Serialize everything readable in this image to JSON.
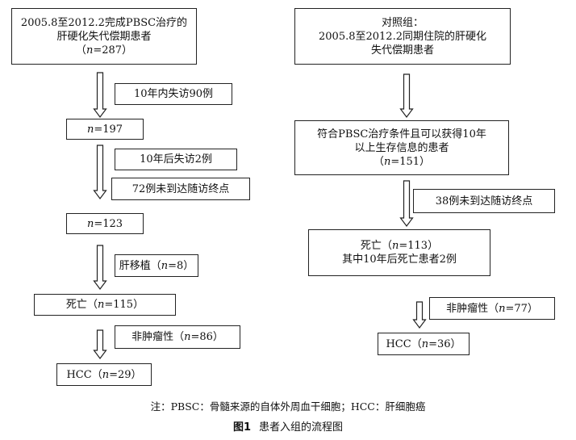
{
  "left": {
    "start": [
      "2005.8至2012.2完成PBSC治疗的",
      "肝硬化失代偿期患者"
    ],
    "start_n": "287",
    "lost_10y": "10年内失访90例",
    "n1": "197",
    "lost_after": "10年后失访2例",
    "not_reached": "72例未到达随访终点",
    "n2": "123",
    "transplant_label": "肝移植",
    "transplant_n": "8",
    "death_label": "死亡",
    "death_n": "115",
    "non_tumor_label": "非肿瘤性",
    "non_tumor_n": "86",
    "hcc_label": "HCC",
    "hcc_n": "29"
  },
  "right": {
    "control": [
      "对照组：",
      "2005.8至2012.2同期住院的肝硬化",
      "失代偿期患者"
    ],
    "eligible": [
      "符合PBSC治疗条件且可以获得10年",
      "以上生存信息的患者"
    ],
    "eligible_n": "151",
    "not_reached": "38例未到达随访终点",
    "death_label": "死亡",
    "death_n": "113",
    "death_note": "其中10年后死亡患者2例",
    "non_tumor_label": "非肿瘤性",
    "non_tumor_n": "77",
    "hcc_label": "HCC",
    "hcc_n": "36"
  },
  "note": "注：PBSC：骨髓来源的自体外周血干细胞；HCC：肝细胞癌",
  "figure_label": "图1",
  "figure_title": "患者入组的流程图",
  "n_symbol": "n"
}
